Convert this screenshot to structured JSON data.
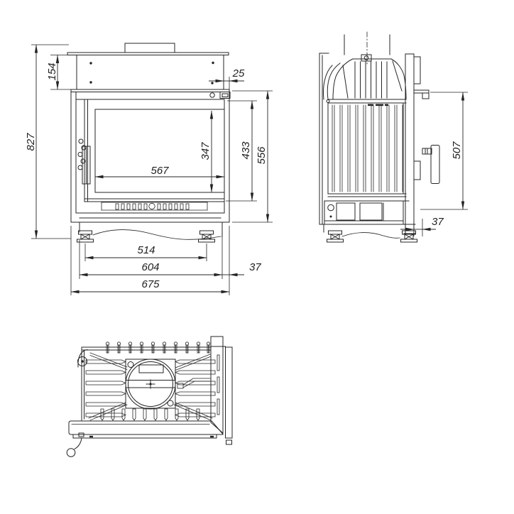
{
  "dimensions": {
    "front": {
      "overall_height": "827",
      "hood_height": "154",
      "frame_to_body_top": "25",
      "glass_width": "567",
      "glass_height": "347",
      "door_height": "433",
      "firebox_height": "556",
      "feet_spacing": "514",
      "body_width": "604",
      "overall_width": "675",
      "frame_overhang": "37"
    },
    "side": {
      "frame_height": "507",
      "frame_offset": "37"
    }
  },
  "style": {
    "line_color": "#242424",
    "background": "#ffffff"
  }
}
